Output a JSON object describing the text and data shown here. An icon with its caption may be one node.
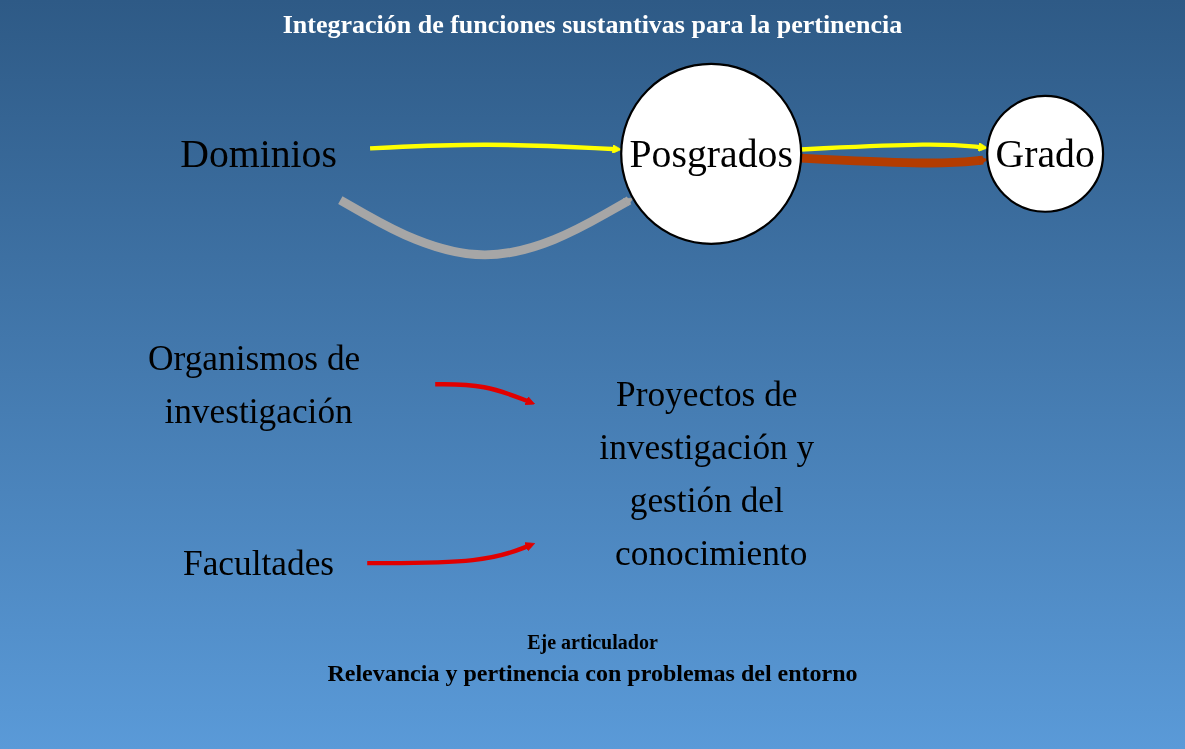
{
  "diagram": {
    "title": "Integración de funciones sustantivas para la pertinencia",
    "nodes": [
      {
        "text": [
          "Dominios"
        ]
      },
      {
        "text": [
          "Posgrados"
        ]
      },
      {
        "text": [
          "Grado"
        ]
      },
      {
        "text": [
          "Proyectos de investigación y gestión del conocimiento"
        ]
      },
      {
        "text": [
          "Organismos de investigación"
        ]
      },
      {
        "text": [
          "Facultades"
        ]
      }
    ],
    "edges": [
      {
        "from": 0,
        "to": 1,
        "arrow": "to",
        "color": "#ffff00"
      },
      {
        "from": 1,
        "to": 2,
        "arrow": "to",
        "color": "#ffff00"
      },
      {
        "from": 0,
        "to": 1,
        "arrow": "to",
        "style": "thick",
        "color": "#a6a6a6"
      },
      {
        "from": 1,
        "to": 2,
        "arrow": "to",
        "style": "thick",
        "color": "#b33c00"
      },
      {
        "from": 4,
        "to": 3,
        "arrow": "to",
        "color": "#e00000"
      },
      {
        "from": 5,
        "to": 3,
        "arrow": "to",
        "color": "#e00000"
      }
    ],
    "labels": [
      "Eje articulador",
      "Relevancia y pertinencia con problemas del entorno"
    ]
  }
}
